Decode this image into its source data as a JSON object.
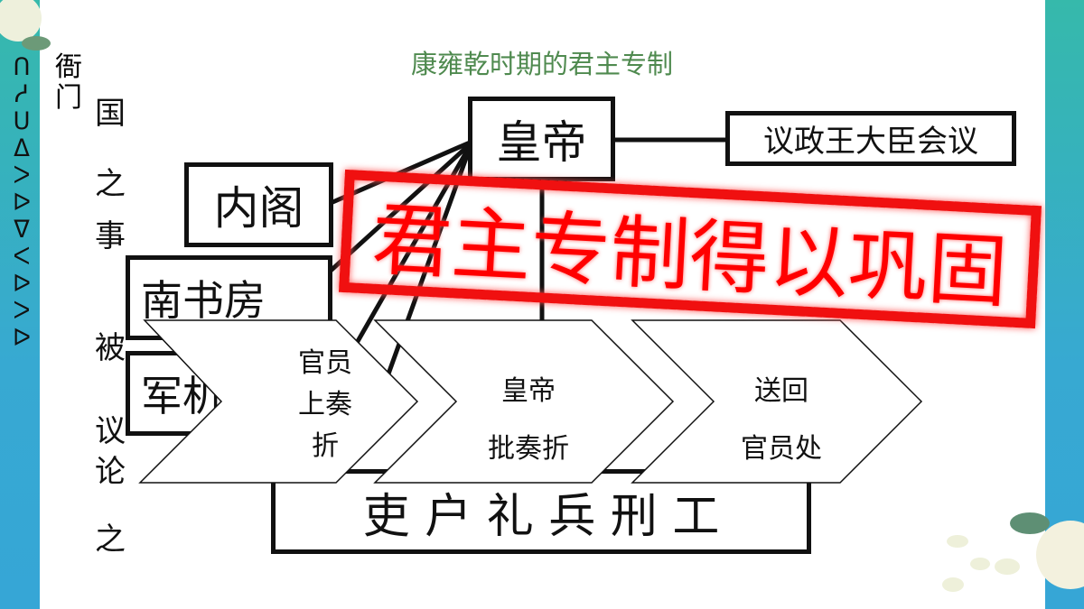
{
  "title": "康雍乾时期的君主专制",
  "side_glyphs": "ᑎᓱᑌᐃᐳᐅᐁᐸᐅᐳᐅ",
  "left_text": {
    "top": "衙门",
    "chars": [
      "国",
      "之",
      "事",
      "被",
      "议",
      "论",
      "之"
    ]
  },
  "boxes": {
    "emperor": "皇帝",
    "council": "议政王大臣会议",
    "cabinet": "内阁",
    "study": "南书房",
    "military": "军机处",
    "ministries": "吏 户 礼 兵 刑 工"
  },
  "flow": [
    {
      "lines": [
        "官员",
        "上奏",
        "折"
      ]
    },
    {
      "lines": [
        "皇帝",
        "批奏折"
      ]
    },
    {
      "lines": [
        "送回",
        "官员处"
      ]
    }
  ],
  "stamp": "君主专制得以巩固",
  "colors": {
    "title": "#4f8a4f",
    "stamp": "#f01010",
    "strip": "#36a6d6"
  }
}
